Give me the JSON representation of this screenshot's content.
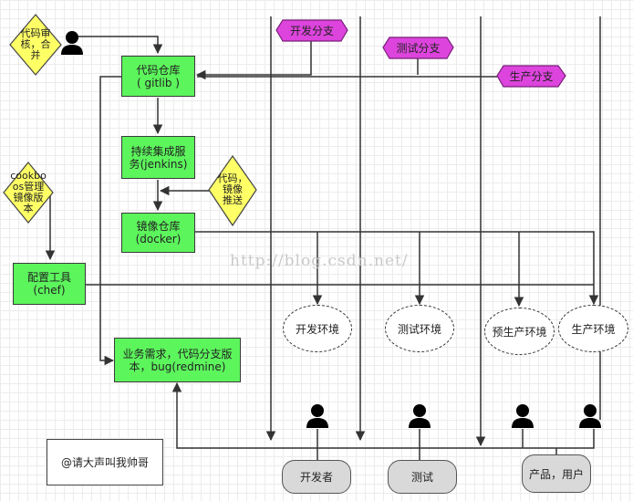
{
  "labels": {
    "code_review_merge": "代码审\n核，合\n并",
    "git_repo": "代码仓库\n( gitlib )",
    "ci_service": "持续集成服\n务(jenkins)",
    "image_repo": "镜像仓库\n(docker)",
    "cookbook_management": "cookbo\nos管理\n镜像版\n本",
    "code_image_push": "代码，\n镜像\n推送",
    "config_tool": "配置工具\n(chef)",
    "requirements": "业务需求，代码分支版\n本，bug(redmine)",
    "dev_branch": "开发分支",
    "test_branch": "测试分支",
    "prod_branch": "生产分支",
    "dev_env": "开发环境",
    "test_env": "测试环境",
    "preprod_env": "预生产环境",
    "prod_env": "生产环境",
    "developer": "开发者",
    "tester": "测试",
    "product_user": "产品，用户",
    "credit": "@请大声叫我帅哥",
    "watermark": "http://blog.csdn.net/"
  },
  "colors": {
    "box_fill": "#5cf55c",
    "decision_fill": "#ffff66",
    "branch_fill": "#dd44dd",
    "pill_fill": "#d9d9d9",
    "line": "#333333"
  },
  "icons": [
    "person-icon"
  ]
}
